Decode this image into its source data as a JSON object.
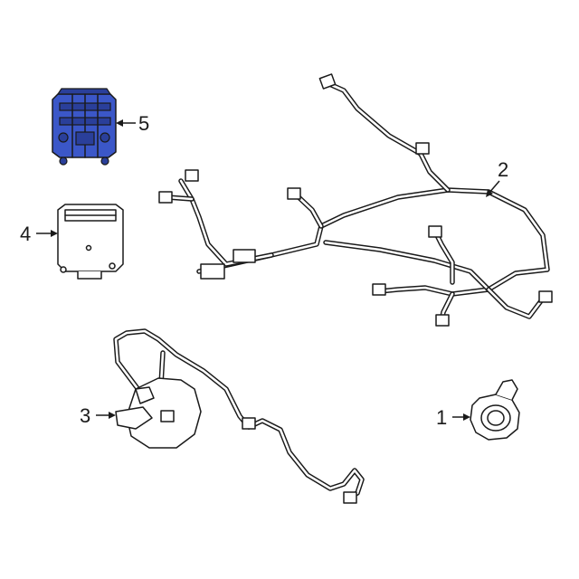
{
  "callouts": {
    "c1": {
      "label": "1"
    },
    "c2": {
      "label": "2"
    },
    "c3": {
      "label": "3"
    },
    "c4": {
      "label": "4"
    },
    "c5": {
      "label": "5"
    }
  },
  "colors": {
    "highlight": "#3b57c8",
    "line": "#1a1a1a",
    "background": "#ffffff"
  }
}
